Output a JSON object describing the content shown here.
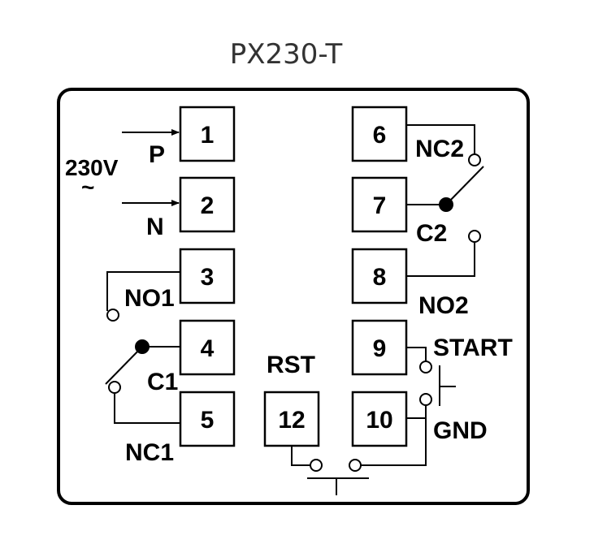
{
  "title": "PX230-T",
  "colors": {
    "line": "#000000",
    "title": "#333333",
    "background": "#ffffff"
  },
  "terminals": {
    "t1": "1",
    "t2": "2",
    "t3": "3",
    "t4": "4",
    "t5": "5",
    "t6": "6",
    "t7": "7",
    "t8": "8",
    "t9": "9",
    "t10": "10",
    "t12": "12"
  },
  "labels": {
    "supply": "230V",
    "supply_symbol": "~",
    "p": "P",
    "n": "N",
    "no1": "NO1",
    "c1": "C1",
    "nc1": "NC1",
    "nc2": "NC2",
    "c2": "C2",
    "no2": "NO2",
    "start": "START",
    "gnd": "GND",
    "rst": "RST"
  }
}
